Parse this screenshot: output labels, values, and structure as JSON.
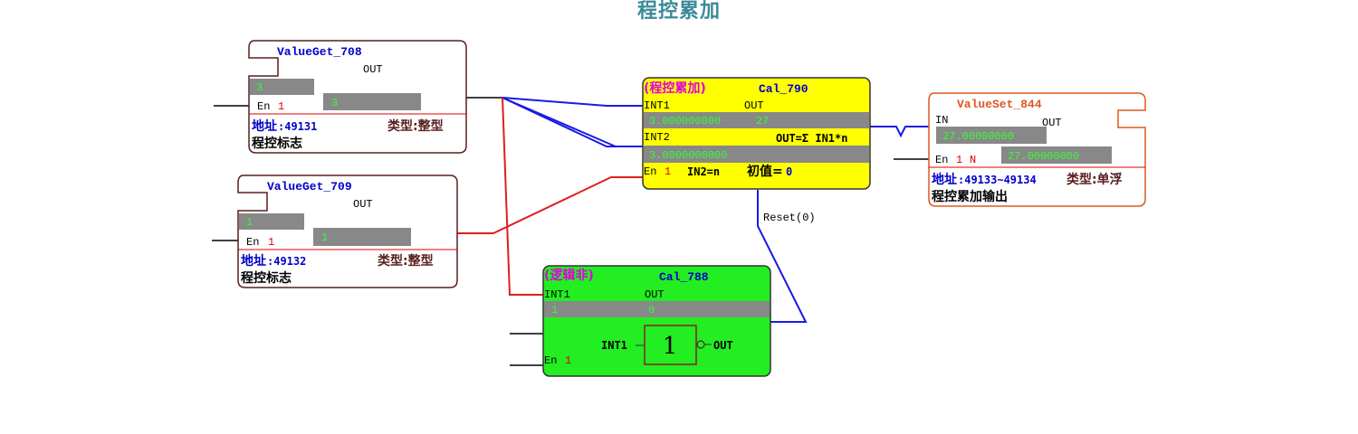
{
  "title": "程控累加",
  "colors": {
    "dark_border": "#5a1e1e",
    "orange_border": "#e0581e",
    "field_gray": "#888888",
    "value_green": "#33ff33",
    "label_blue": "#0000cc",
    "en_red": "#e00000",
    "cal_yellow": "#ffff00",
    "cal_green": "#22ee22",
    "magenta": "#e000e0",
    "wire_black": "#000000",
    "wire_blue": "#1a1ae6",
    "wire_red": "#e01e1e"
  },
  "blocks": {
    "vg708": {
      "title": "ValueGet_708",
      "out_label": "OUT",
      "field_value": "3",
      "out_value": "3",
      "en_label": "En",
      "en_value": "1",
      "addr_label": "地址",
      "addr_value": ":49131",
      "type_label": "类型",
      "type_value": ":整型",
      "desc": "程控标志"
    },
    "vg709": {
      "title": "ValueGet_709",
      "out_label": "OUT",
      "field_value": "1",
      "out_value": "1",
      "en_label": "En",
      "en_value": "1",
      "addr_label": "地址",
      "addr_value": ":49132",
      "type_label": "类型",
      "type_value": ":整型",
      "desc": "程控标志"
    },
    "cal790": {
      "tag": "(程控累加)",
      "title": "Cal_790",
      "int1_label": "INT1",
      "out_label": "OUT",
      "int1_value": "3.000000000",
      "out_value": "27",
      "int2_label": "INT2",
      "formula": "OUT=Σ IN1*n",
      "int2_value": "3.0000000000",
      "en_label": "En",
      "en_value": "1",
      "n_label": "IN2=n",
      "init_label": "初值=",
      "init_value": "0"
    },
    "cal788": {
      "tag": "(逻辑非)",
      "title": "Cal_788",
      "int1_label": "INT1",
      "out_label": "OUT",
      "int1_value": "1",
      "out_value": "0",
      "gate_in_label": "INT1",
      "gate_symbol": "1",
      "gate_out_label": "OUT",
      "en_label": "En",
      "en_value": "1"
    },
    "vs844": {
      "title": "ValueSet_844",
      "in_label": "IN",
      "out_label": "OUT",
      "in_value": "27.00000000",
      "out_value": "27.00000000",
      "en_label": "En",
      "en_value": "1",
      "n_label": "N",
      "addr_label": "地址",
      "addr_value": ":49133~49134",
      "type_label": "类型",
      "type_value": ":单浮",
      "desc": "程控累加输出"
    }
  },
  "wires": {
    "reset_label": "Reset(0)"
  }
}
